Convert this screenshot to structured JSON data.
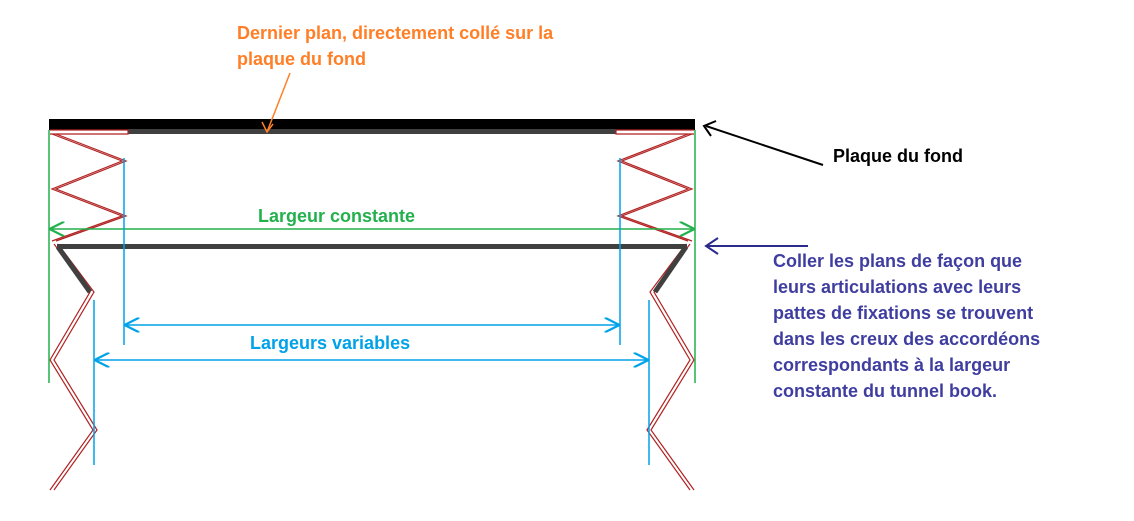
{
  "labels": {
    "dernier_plan": {
      "lines": [
        "Dernier plan, directement collé sur la",
        "plaque du fond"
      ],
      "color": "#ff7f27"
    },
    "plaque_du_fond": {
      "text": "Plaque du fond",
      "color": "#000000"
    },
    "largeur_constante": {
      "text": "Largeur constante",
      "color": "#22b14c"
    },
    "largeurs_variables": {
      "text": "Largeurs variables",
      "color": "#00a2e8"
    },
    "coller": {
      "lines": [
        "Coller les plans de façon que",
        "leurs articulations avec leurs",
        "pattes de fixations se trouvent",
        "dans les creux des accordéons",
        "correspondants à la largeur",
        "constante du tunnel book."
      ],
      "color": "#3f3ea0"
    }
  },
  "colors": {
    "plate": "#000000",
    "panel": "#404040",
    "accordion": "#b22222",
    "constant_width": "#22b14c",
    "variable_width": "#00a2e8",
    "pointer_orange": "#ff7f27",
    "pointer_black": "#000000",
    "pointer_navy": "#2b2b8c"
  }
}
